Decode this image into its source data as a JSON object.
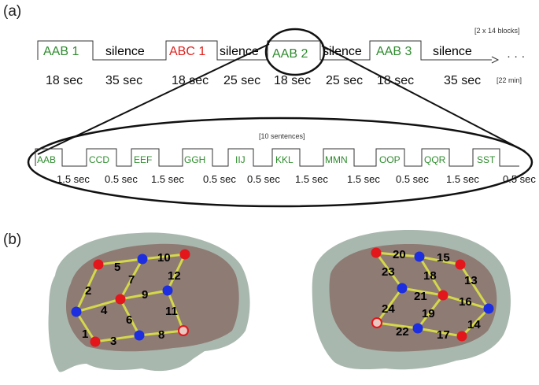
{
  "panel_a": {
    "label": "(a)",
    "blocks_note": "[2 x 14 blocks]",
    "duration_note": "[22 min]",
    "blocks": [
      {
        "label": "AAB 1",
        "color": "#2e8b2e",
        "type": "stim"
      },
      {
        "label": "silence",
        "color": "#000000",
        "type": "silence"
      },
      {
        "label": "ABC 1",
        "color": "#e0201c",
        "type": "stim"
      },
      {
        "label": "silence",
        "color": "#000000",
        "type": "silence"
      },
      {
        "label": "AAB 2",
        "color": "#2e8b2e",
        "type": "stim"
      },
      {
        "label": "silence",
        "color": "#000000",
        "type": "silence"
      },
      {
        "label": "AAB 3",
        "color": "#2e8b2e",
        "type": "stim"
      },
      {
        "label": "silence",
        "color": "#000000",
        "type": "silence"
      }
    ],
    "ellipsis": "· · ·",
    "durations": [
      "18 sec",
      "35 sec",
      "18 sec",
      "25 sec",
      "18 sec",
      "25 sec",
      "18 sec",
      "35 sec"
    ],
    "sentences_note": "[10 sentences]",
    "sentences": [
      "AAB",
      "CCD",
      "EEF",
      "GGH",
      "IIJ",
      "KKL",
      "MMN",
      "OOP",
      "QQR",
      "SST"
    ],
    "sentence_durations": [
      "1.5 sec",
      "0.5 sec",
      "1.5 sec",
      "0.5 sec",
      "0.5 sec",
      "1.5 sec",
      "1.5 sec",
      "0.5 sec",
      "1.5 sec",
      "0.5 sec"
    ]
  },
  "panel_b": {
    "label": "(b)",
    "left_electrode_numbers": [
      "1",
      "2",
      "3",
      "4",
      "5",
      "6",
      "7",
      "8",
      "9",
      "10",
      "11",
      "12"
    ],
    "right_electrode_numbers": [
      "13",
      "14",
      "15",
      "16",
      "17",
      "18",
      "19",
      "20",
      "21",
      "22",
      "23",
      "24"
    ],
    "colors": {
      "red_electrode": "#e3161b",
      "blue_electrode": "#1c2ee0",
      "hollow_electrode": "#e8c8c0",
      "connection": "#d4d84a",
      "brain_outer": "#a9b8ae",
      "brain_inner": "#8e7b74",
      "green_text": "#2e8b2e",
      "red_text": "#e0201c"
    }
  }
}
